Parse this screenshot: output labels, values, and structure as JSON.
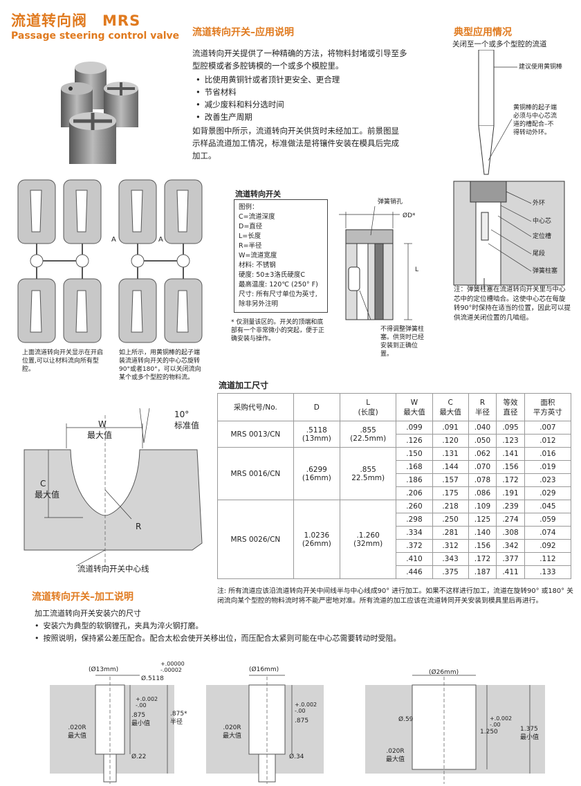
{
  "header": {
    "title_cn": "流道转向阀　MRS",
    "title_en": "Passage steering control valve"
  },
  "application": {
    "heading": "流道转向开关–应用说明",
    "para1": "流道转向开关提供了一种精确的方法，将物料封堵或引导至多型腔模或者多腔铸模的一个或多个模腔里。",
    "bullets": [
      "比使用黄铜针或者顶针更安全、更合理",
      "节省材料",
      "减少废料和料分选时间",
      "改善生产周期"
    ],
    "para2": "如背景图中所示，流道转向开关供货时未经加工。前景图显示样品流道加工情况，标准做法是将镶件安装在模具后完成加工。"
  },
  "typical": {
    "heading": "典型应用情况",
    "subheading": "关闭至一个或多个型腔的流道",
    "label_rod": "建议使用黄铜棒",
    "label_slot": "黄铜棒的起子端必须与中心芯流道的槽配合–不得转动外环。",
    "label_ring": "外环",
    "label_core": "中心芯",
    "label_groove": "定位槽",
    "label_tail": "尾段",
    "label_plug": "弹簧柱塞",
    "note": "注：弹簧柱塞在流道转向开关里与中心芯中的定位槽啮合。这使中心芯在每旋转90°时保持在适当的位置，因此可以提供流道关闭位置的几啮组。"
  },
  "layout": {
    "caption_left": "上面流道转向开关显示在开启位置,可以让材料流向所有型腔。",
    "caption_right": "如上所示，用黄铜棒的起子端装流道转向开关的中心芯旋转90°或者180°，可以关闭流向某个或多个型腔的物料流。",
    "label_a1": "A",
    "label_a2": "A"
  },
  "switch": {
    "heading": "流道转向开关",
    "legend": [
      "图例：",
      "C=流道深度",
      "D=直径",
      "L=长度",
      "R=半径",
      "W=流道宽度",
      "材料: 不锈钢",
      "硬度: 50±3洛氏硬度C",
      "最高温度: 120℃ (250° F)",
      "尺寸: 所有尺寸单位为英寸,",
      "除非另外注明"
    ],
    "footnote": "* 仅测量该区的。开关的顶端和底部有一个非常微小的突起，便于正确安装与操作。",
    "label_pin": "弹簧销孔",
    "label_d": "ØD*",
    "label_l": "L",
    "label_adjust": "不得调整弹簧柱塞。供货时已经安装到正确位置。"
  },
  "table": {
    "title": "流道加工尺寸",
    "headers": [
      "采购代号/No.",
      "D",
      "L\n(长度)",
      "W\n最大值",
      "C\n最大值",
      "R\n半径",
      "等效\n直径",
      "面积\n平方英寸"
    ],
    "groups": [
      {
        "code": "MRS 0013/CN",
        "d": ".5118\n(13mm)",
        "l": ".855\n(22.5mm)",
        "rows": [
          [
            ".099",
            ".091",
            ".040",
            ".095",
            ".007"
          ],
          [
            ".126",
            ".120",
            ".050",
            ".123",
            ".012"
          ]
        ]
      },
      {
        "code": "MRS 0016/CN",
        "d": ".6299\n(16mm)",
        "l": ".855\n22.5mm)",
        "rows": [
          [
            ".150",
            ".131",
            ".062",
            ".141",
            ".016"
          ],
          [
            ".168",
            ".144",
            ".070",
            ".156",
            ".019"
          ],
          [
            ".186",
            ".157",
            ".078",
            ".172",
            ".023"
          ],
          [
            ".206",
            ".175",
            ".086",
            ".191",
            ".029"
          ]
        ]
      },
      {
        "code": "MRS 0026/CN",
        "d": "1.0236\n(26mm)",
        "l": ".1.260\n(32mm)",
        "rows": [
          [
            ".260",
            ".218",
            ".109",
            ".239",
            ".045"
          ],
          [
            ".298",
            ".250",
            ".125",
            ".274",
            ".059"
          ],
          [
            ".334",
            ".281",
            ".140",
            ".308",
            ".074"
          ],
          [
            ".372",
            ".312",
            ".156",
            ".342",
            ".092"
          ],
          [
            ".410",
            ".343",
            ".172",
            ".377",
            ".112"
          ],
          [
            ".446",
            ".375",
            ".187",
            ".411",
            ".133"
          ]
        ]
      }
    ],
    "note": "注: 所有流道应该沿流道转向开关中间线半与中心线成90° 进行加工。如果不这样进行加工，流道在旋转90° 或180° 关闭流向某个型腔的物料流时将不能严密地对准。所有流道的加工应该在流道转同开关安装到模具里后再进行。"
  },
  "channel": {
    "label_w": "W",
    "label_w_max": "最大值",
    "label_angle": "10°",
    "label_angle_std": "标准值",
    "label_c": "C",
    "label_c_max": "最大值",
    "label_r": "R",
    "label_center": "流道转向开关中心线"
  },
  "machining": {
    "heading": "流道转向开关–加工说明",
    "sub": "加工流道转向开关安装穴的尺寸",
    "bullets": [
      "安装穴为典型的软钢镗孔，夹具为淬火钢打磨。",
      "按照说明，保持紧公差压配合。配合太松会使开关移出位，而压配合太紧则可能在中心芯需要转动时受阻。"
    ]
  },
  "holes": {
    "h1": {
      "dia": "(Ø13mm)",
      "tol": "+.00000\n-.00002",
      "size": "Ø.5118",
      "tol2": "+.0.002\n-.00",
      "depth": ".875\n最小值",
      "total": ".875*\n半径",
      "r": ".020R\n最大值",
      "small": "Ø.22"
    },
    "h2": {
      "dia": "(Ø16mm)",
      "tol": "+.0.002\n-.00",
      "depth": ".875",
      "r": ".020R\n最大值",
      "small": "Ø.34"
    },
    "h3": {
      "dia": "(Ø26mm)",
      "size": "Ø.59",
      "tol": "+.0.002\n-.00",
      "depth": "1.250",
      "total": "1.375\n最小值",
      "r": ".020R\n最大值"
    }
  }
}
